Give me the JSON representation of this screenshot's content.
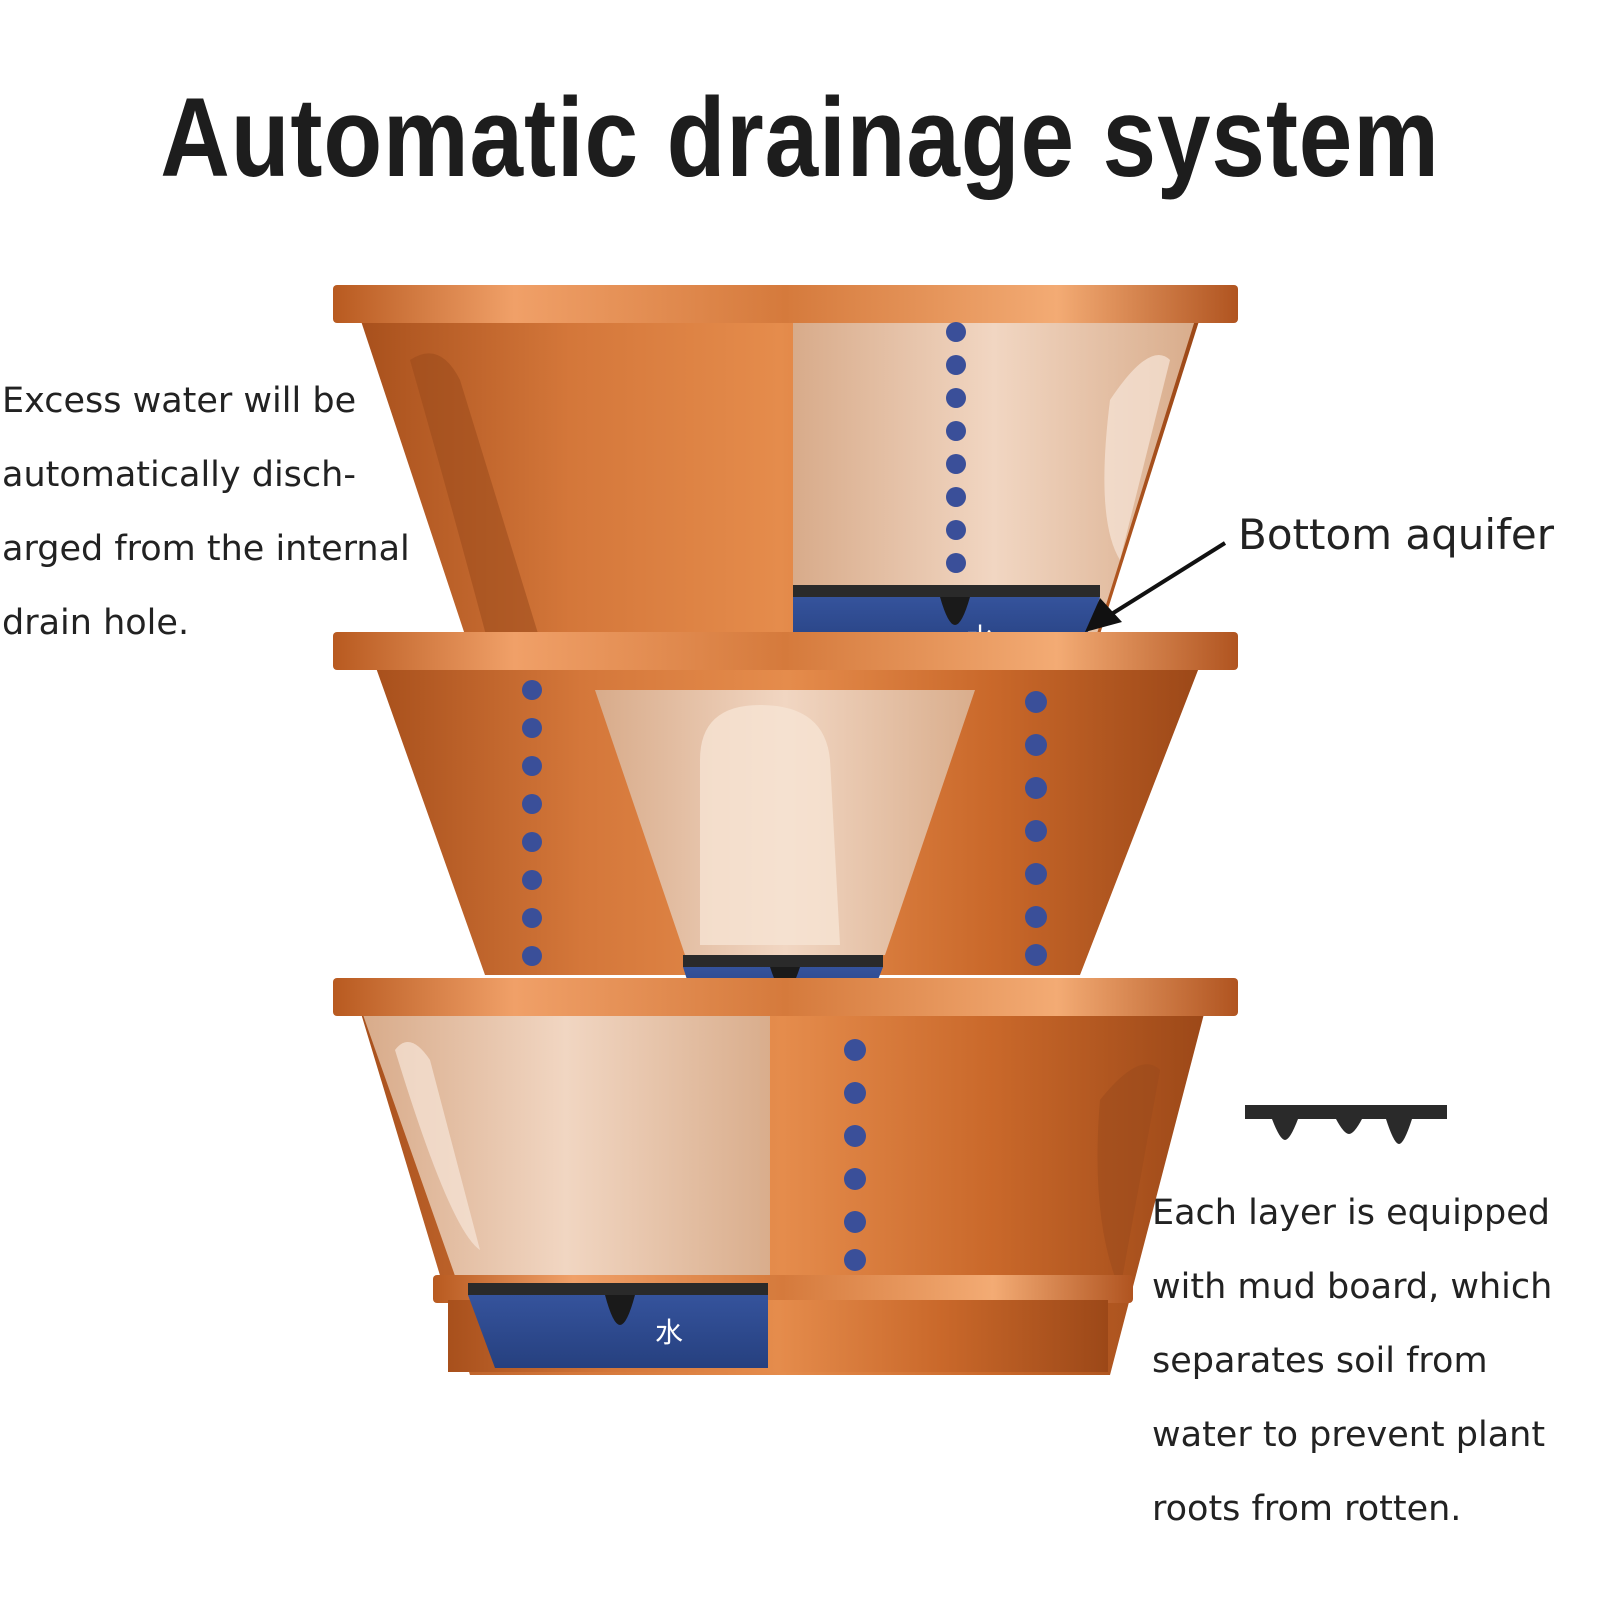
{
  "title": "Automatic drainage system",
  "left_note": {
    "lines": [
      "Excess water will be",
      "automatically disch-",
      "arged from the internal",
      "drain hole."
    ]
  },
  "bottom_aquifer_label": "Bottom aquifer",
  "right_note": {
    "lines": [
      "Each layer is equipped",
      "with mud board, which",
      "separates soil from",
      "water to prevent plant",
      "roots from rotten."
    ]
  },
  "water_glyph": "水",
  "colors": {
    "pot_orange": "#c86a2c",
    "pot_highlight": "#f0a068",
    "pot_inner_light": "#e8c4a8",
    "water_blue": "#2e4a8f",
    "drop_blue": "#3a4f99",
    "mud_board": "#2a2a2a",
    "text": "#222222",
    "title": "#1d1d1d"
  },
  "icons": [
    "arrow-icon",
    "mud-board-icon",
    "water-drop-icon"
  ]
}
